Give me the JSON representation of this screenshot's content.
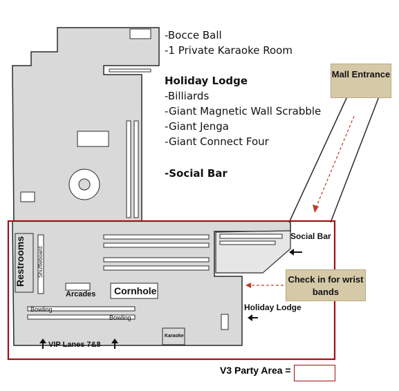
{
  "amenities_top": [
    "-Bocce Ball",
    "-1 Private Karaoke Room"
  ],
  "holiday_lodge": {
    "heading": "Holiday Lodge",
    "items": [
      "-Billiards",
      "-Giant Magnetic Wall Scrabble",
      "-Giant Jenga",
      "-Giant Connect Four"
    ]
  },
  "social_bar_heading": "-Social Bar",
  "callouts": {
    "mall_entrance": "Mall Entrance",
    "check_in": "Check in for wrist bands"
  },
  "floor_labels": {
    "social_bar": "Social Bar",
    "holiday_lodge": "Holiday Lodge",
    "restrooms": "Restrooms",
    "shuffleboard": "Shuffleboard",
    "arcades": "Arcades",
    "cornhole": "Cornhole",
    "bowling_left": "Bowling",
    "bowling_right": "Bowling",
    "karaoke": "Karaoke",
    "vip_lanes": "VIP Lanes 7&8"
  },
  "legend": {
    "label": "V3 Party Area =",
    "color": "#a40d14"
  },
  "colors": {
    "floor": "#d9d9d9",
    "outline": "#2a2a2a",
    "party_area": "#a40d14",
    "callout_bg": "#d6c9a8",
    "arrow_dashed": "#c0392b"
  }
}
